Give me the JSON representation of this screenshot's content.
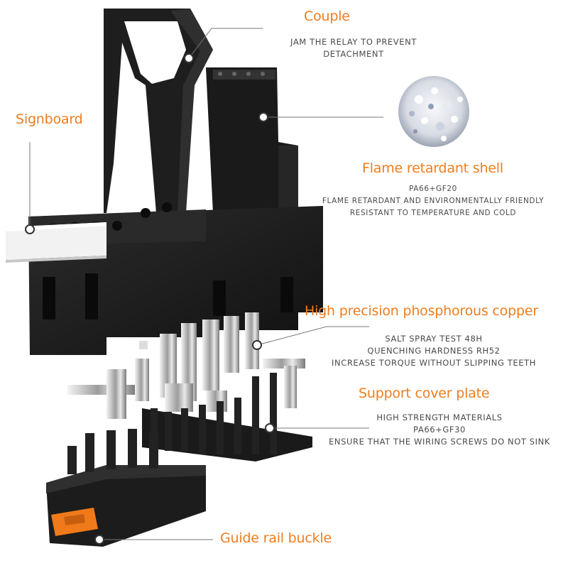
{
  "couple": {
    "title": "Couple",
    "lines": [
      "JAM THE RELAY TO PREVENT",
      "DETACHMENT"
    ]
  },
  "signboard": {
    "title": "Signboard"
  },
  "flame": {
    "title": "Flame retardant shell",
    "lines": [
      "PA66+GF20",
      "FLAME RETARDANT AND ENVIRONMENTALLY FRIENDLY",
      "RESISTANT TO TEMPERATURE AND COLD"
    ]
  },
  "copper": {
    "title": "High precision phosphorous copper",
    "lines": [
      "SALT SPRAY TEST 48H",
      "QUENCHING HARDNESS RH52",
      "INCREASE TORQUE WITHOUT SLIPPING TEETH"
    ]
  },
  "support": {
    "title": "Support cover plate",
    "lines": [
      "HIGH STRENGTH MATERIALS",
      "PA66+GF30",
      "ENSURE THAT THE WIRING SCREWS DO NOT SINK"
    ]
  },
  "guide": {
    "title": "Guide rail buckle"
  },
  "colors": {
    "accent": "#ee7d1f",
    "text": "#4a4a4a",
    "body": "#1c1c1c",
    "terminal": "#cfcfcf",
    "clip": "#f07a1a"
  }
}
